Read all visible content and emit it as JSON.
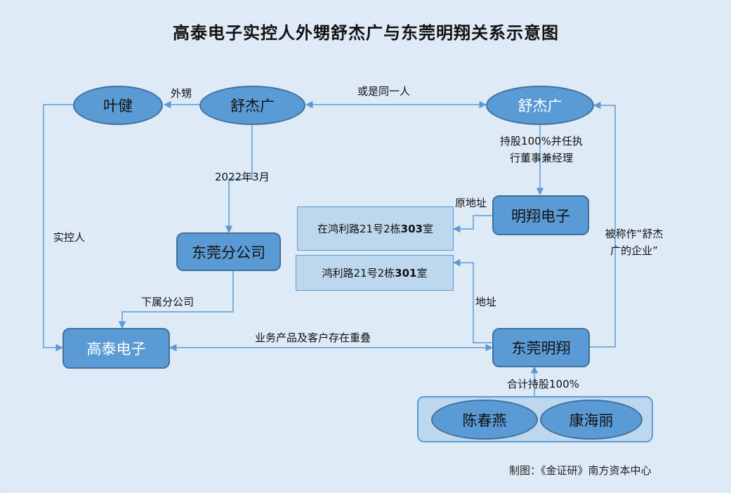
{
  "title": "高泰电子实控人外甥舒杰广与东莞明翔关系示意图",
  "nodes": {
    "ye_jian": "叶健",
    "shu_jieguang_left": "舒杰广",
    "shu_jieguang_right": "舒杰广",
    "mingxiang_electronics": "明翔电子",
    "dongguan_branch": "东莞分公司",
    "gaotai_electronics": "高泰电子",
    "dongguan_mingxiang": "东莞明翔",
    "chen_chunyan": "陈春燕",
    "kang_haili": "康海丽"
  },
  "addresses": {
    "old": {
      "prefix": "在鸿利路21号2栋",
      "bold": "303",
      "suffix": "室"
    },
    "current": {
      "prefix": "鸿利路21号2栋",
      "bold": "301",
      "suffix": "室"
    }
  },
  "labels": {
    "nephew": "外甥",
    "maybe_same_person": "或是同一人",
    "shareholding_line1": "持股100%并任执",
    "shareholding_line2": "行董事兼经理",
    "date": "2022年3月",
    "old_address": "原地址",
    "actual_controller": "实控人",
    "called_line1": "被称作“舒杰",
    "called_line2": "广的企业”",
    "subsidiary_branch": "下属分公司",
    "address": "地址",
    "overlap": "业务产品及客户存在重叠",
    "combined_holding": "合计持股100%"
  },
  "footer": "制图：《金证研》南方资本中心",
  "colors": {
    "background": "#deeaf6",
    "node_fill": "#5b9bd5",
    "node_border": "#41719c",
    "address_fill": "#bdd7ee",
    "connector": "#5b9bd5"
  }
}
